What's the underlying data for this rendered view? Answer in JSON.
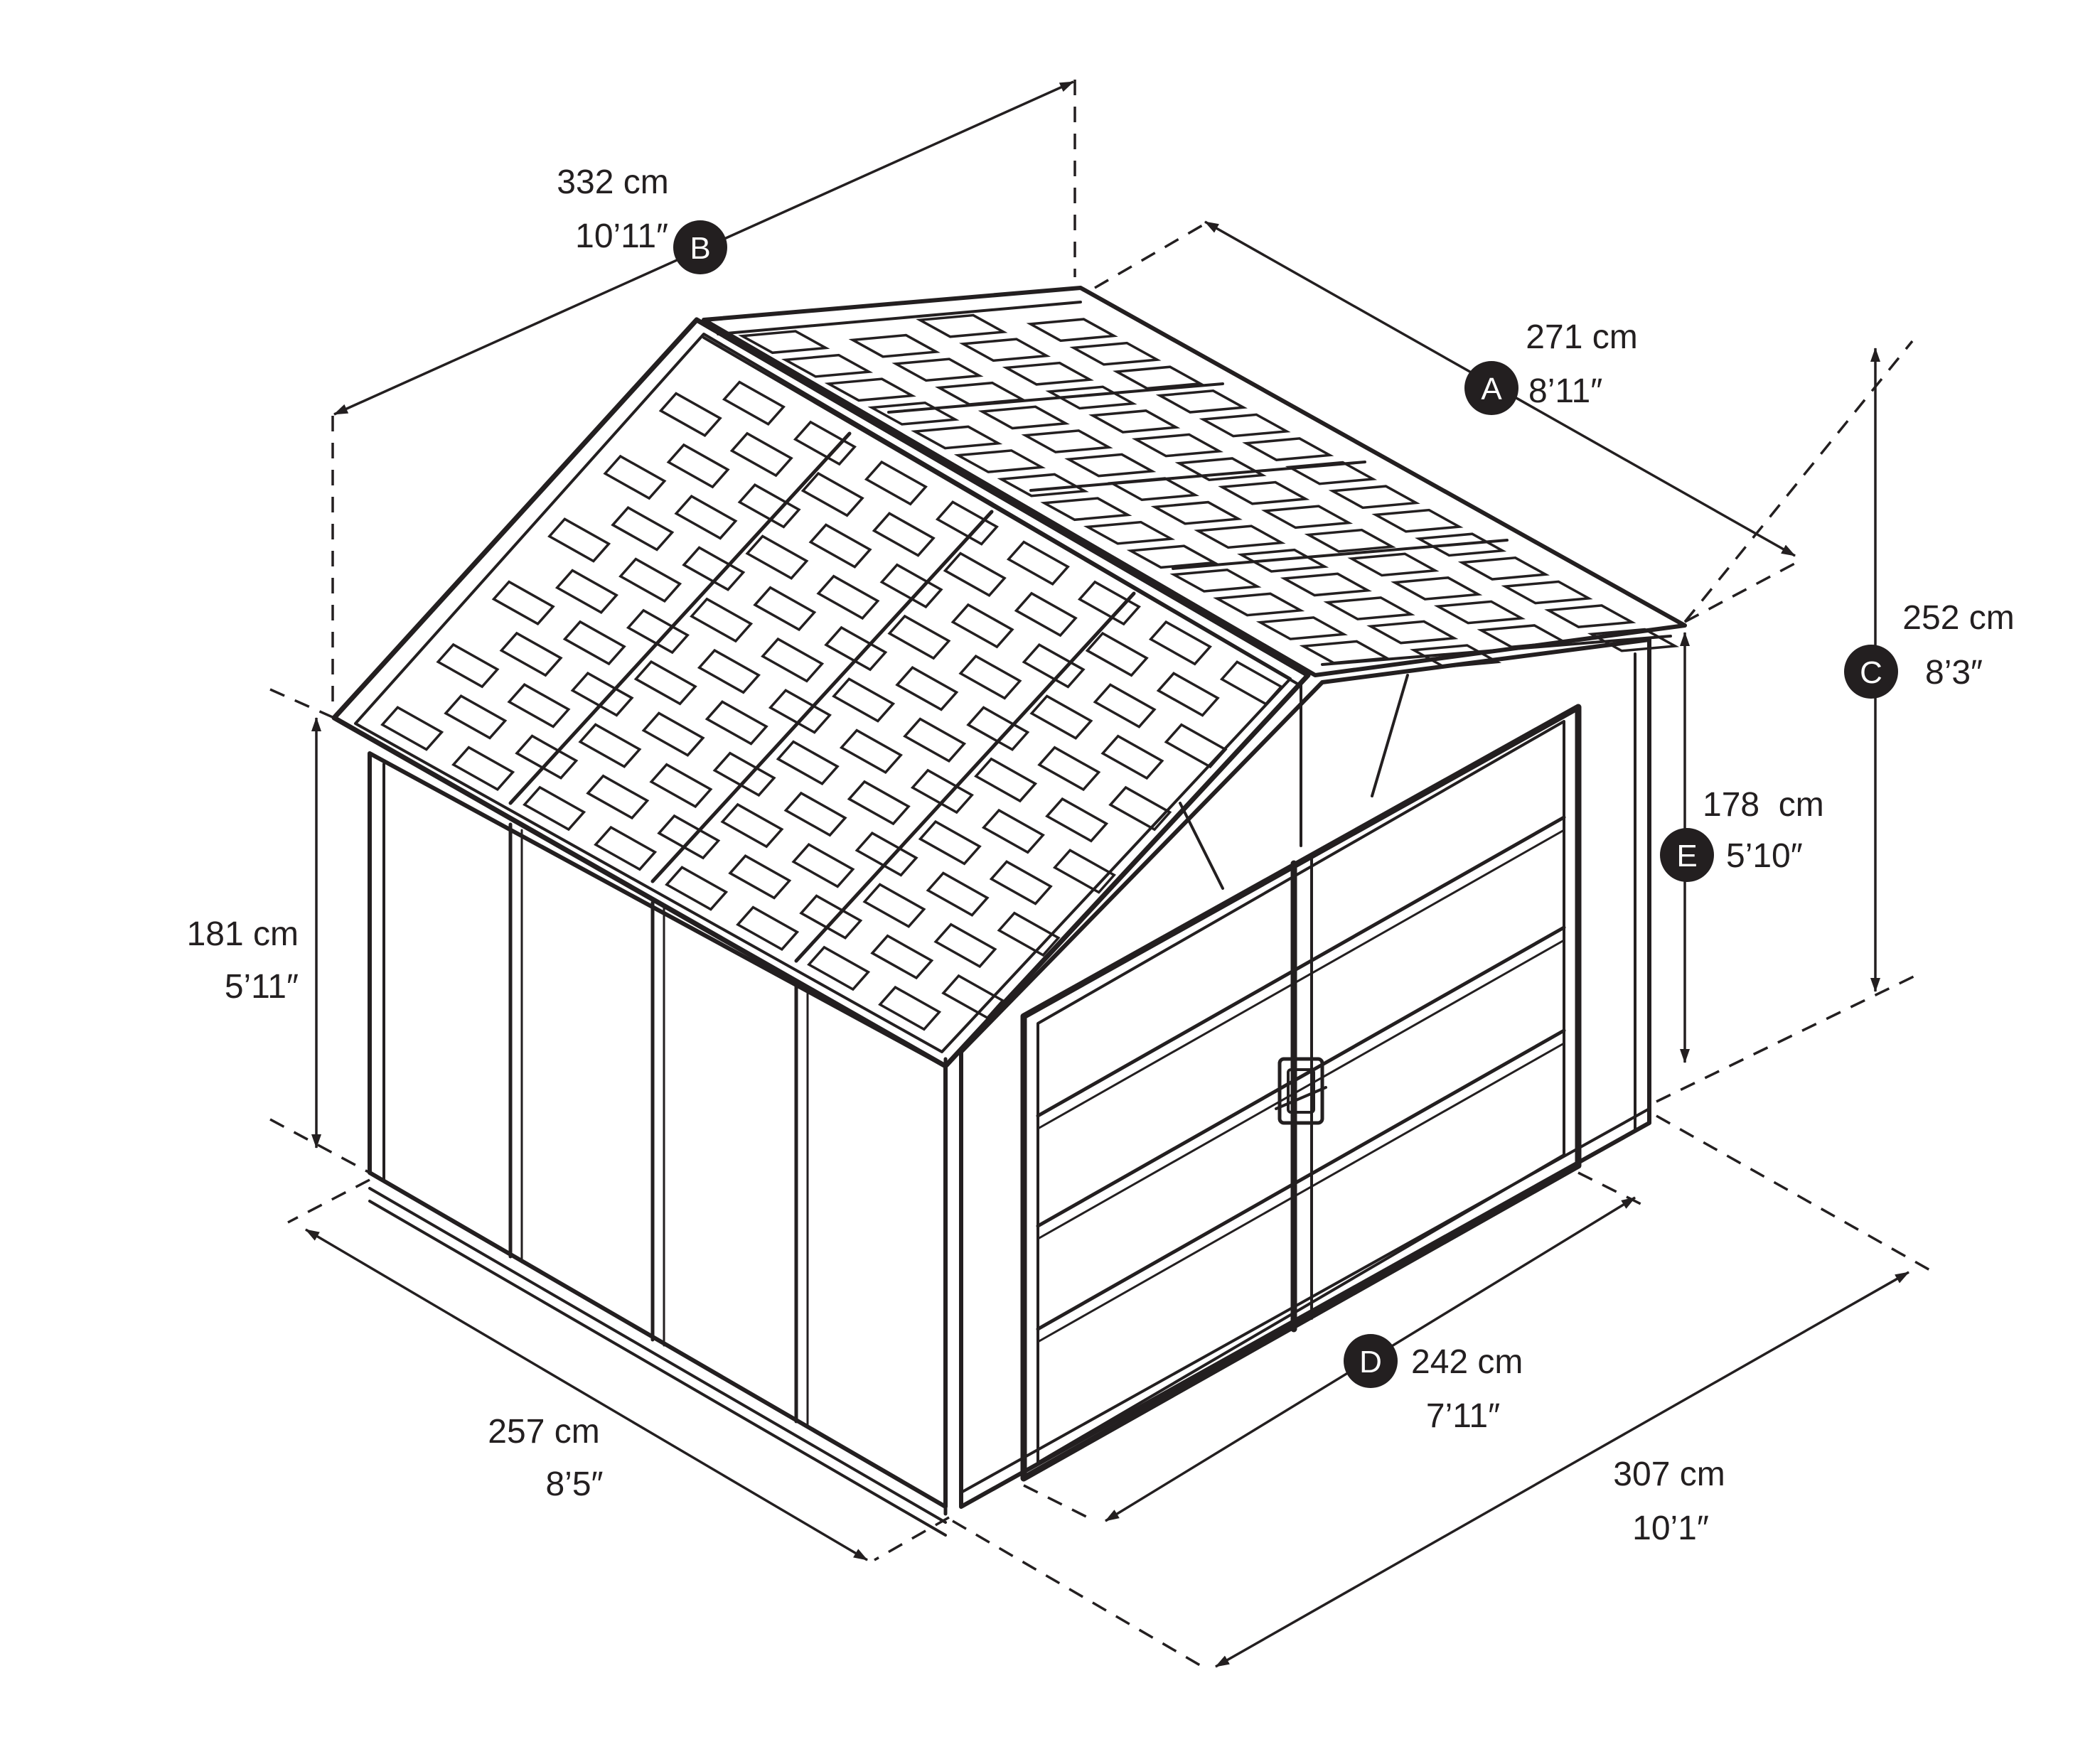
{
  "colors": {
    "ink": "#231f20",
    "background": "#ffffff",
    "badge_fill": "#231f20",
    "badge_text": "#ffffff"
  },
  "dimensions": {
    "A": {
      "letter": "A",
      "metric": "271 cm",
      "imperial": "8’11″"
    },
    "B": {
      "letter": "B",
      "metric": "332 cm",
      "imperial": "10’11″"
    },
    "C": {
      "letter": "C",
      "metric": "252 cm",
      "imperial": "8’3″"
    },
    "D": {
      "letter": "D",
      "metric": "242 cm",
      "imperial": "7’11″"
    },
    "E": {
      "letter": "E",
      "metric": "178  cm",
      "imperial": "5’10″"
    },
    "side_height": {
      "metric": "181 cm",
      "imperial": "5’11″"
    },
    "side_length": {
      "metric": "257 cm",
      "imperial": "8’5″"
    },
    "front_width": {
      "metric": "307 cm",
      "imperial": "10’1″"
    }
  }
}
